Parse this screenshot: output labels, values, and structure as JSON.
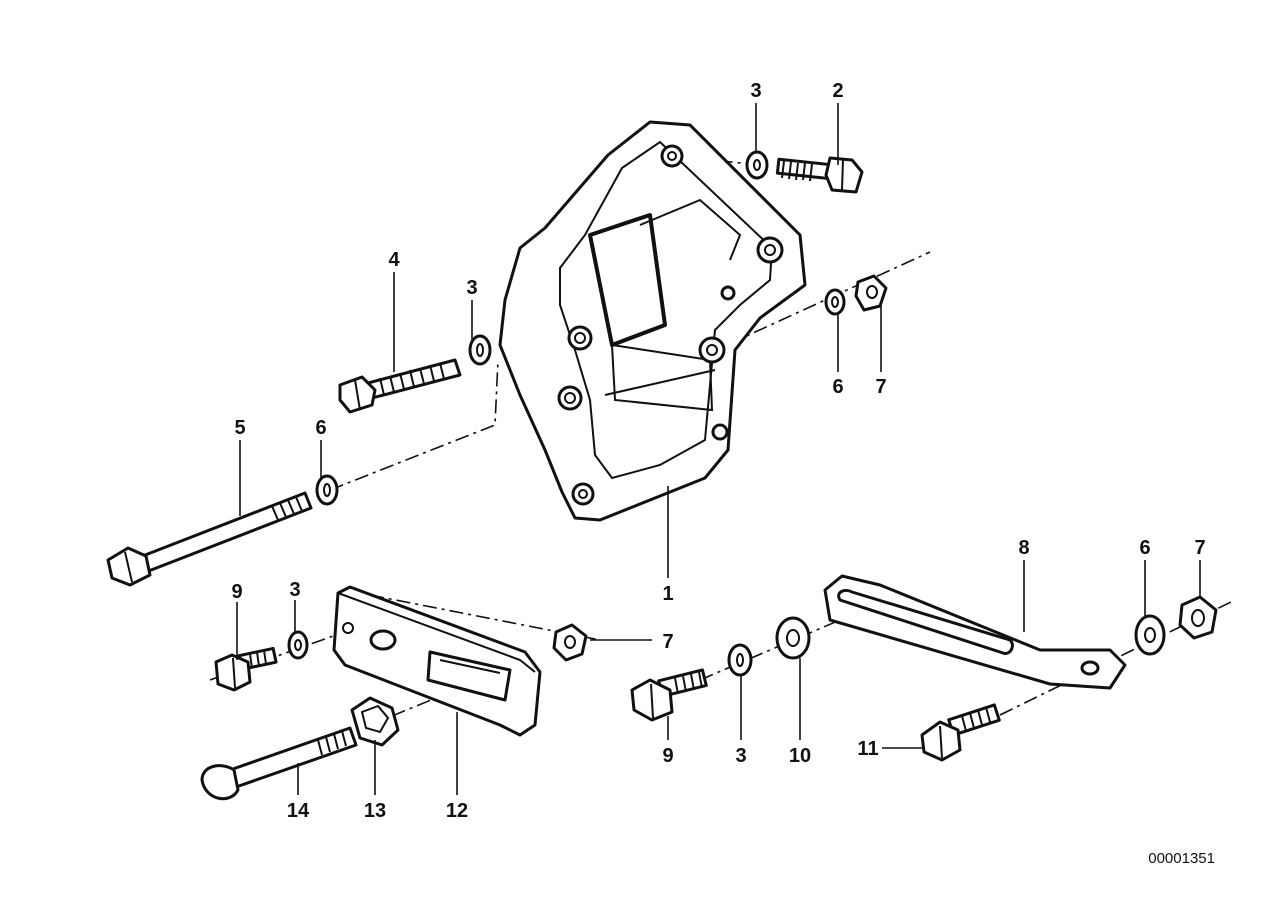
{
  "diagram": {
    "reference_number": "00001351",
    "callouts": [
      "1",
      "2",
      "3",
      "4",
      "3",
      "5",
      "6",
      "6",
      "7",
      "8",
      "6",
      "7",
      "9",
      "3",
      "7",
      "9",
      "3",
      "10",
      "11",
      "14",
      "13",
      "12"
    ]
  }
}
